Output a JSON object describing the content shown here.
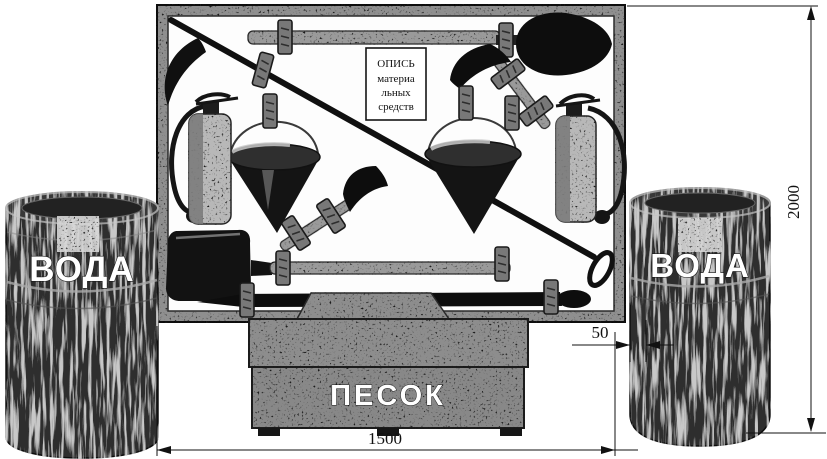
{
  "diagram": {
    "shield": {
      "sign": {
        "lines": [
          "ОПИСЬ",
          "материа",
          "льных",
          "средств"
        ]
      }
    },
    "sand_box": {
      "label": "ПЕСОК"
    },
    "barrels": {
      "left": {
        "label": "ВОДА"
      },
      "right": {
        "label": "ВОДА"
      }
    },
    "dimensions": {
      "height": "2000",
      "width": "1500",
      "gap": "50"
    },
    "icons": [
      "fire-hook-icon",
      "bayonet-shovel-icon",
      "scoop-shovel-icon",
      "axe-icon",
      "cone-bucket-icon",
      "fire-extinguisher-icon",
      "crowbar-icon",
      "mounting-clip-icon"
    ],
    "colors": {
      "ink": "#111111",
      "board_frame": "#8f8f8f",
      "board_face": "#fdfdfd",
      "sand_box": "#8a8a8a",
      "barrel": "#2e2e2e",
      "tool_dark": "#0d0d0d",
      "handle_gray": "#9a9a9a",
      "label_text": "#ffffff"
    }
  }
}
